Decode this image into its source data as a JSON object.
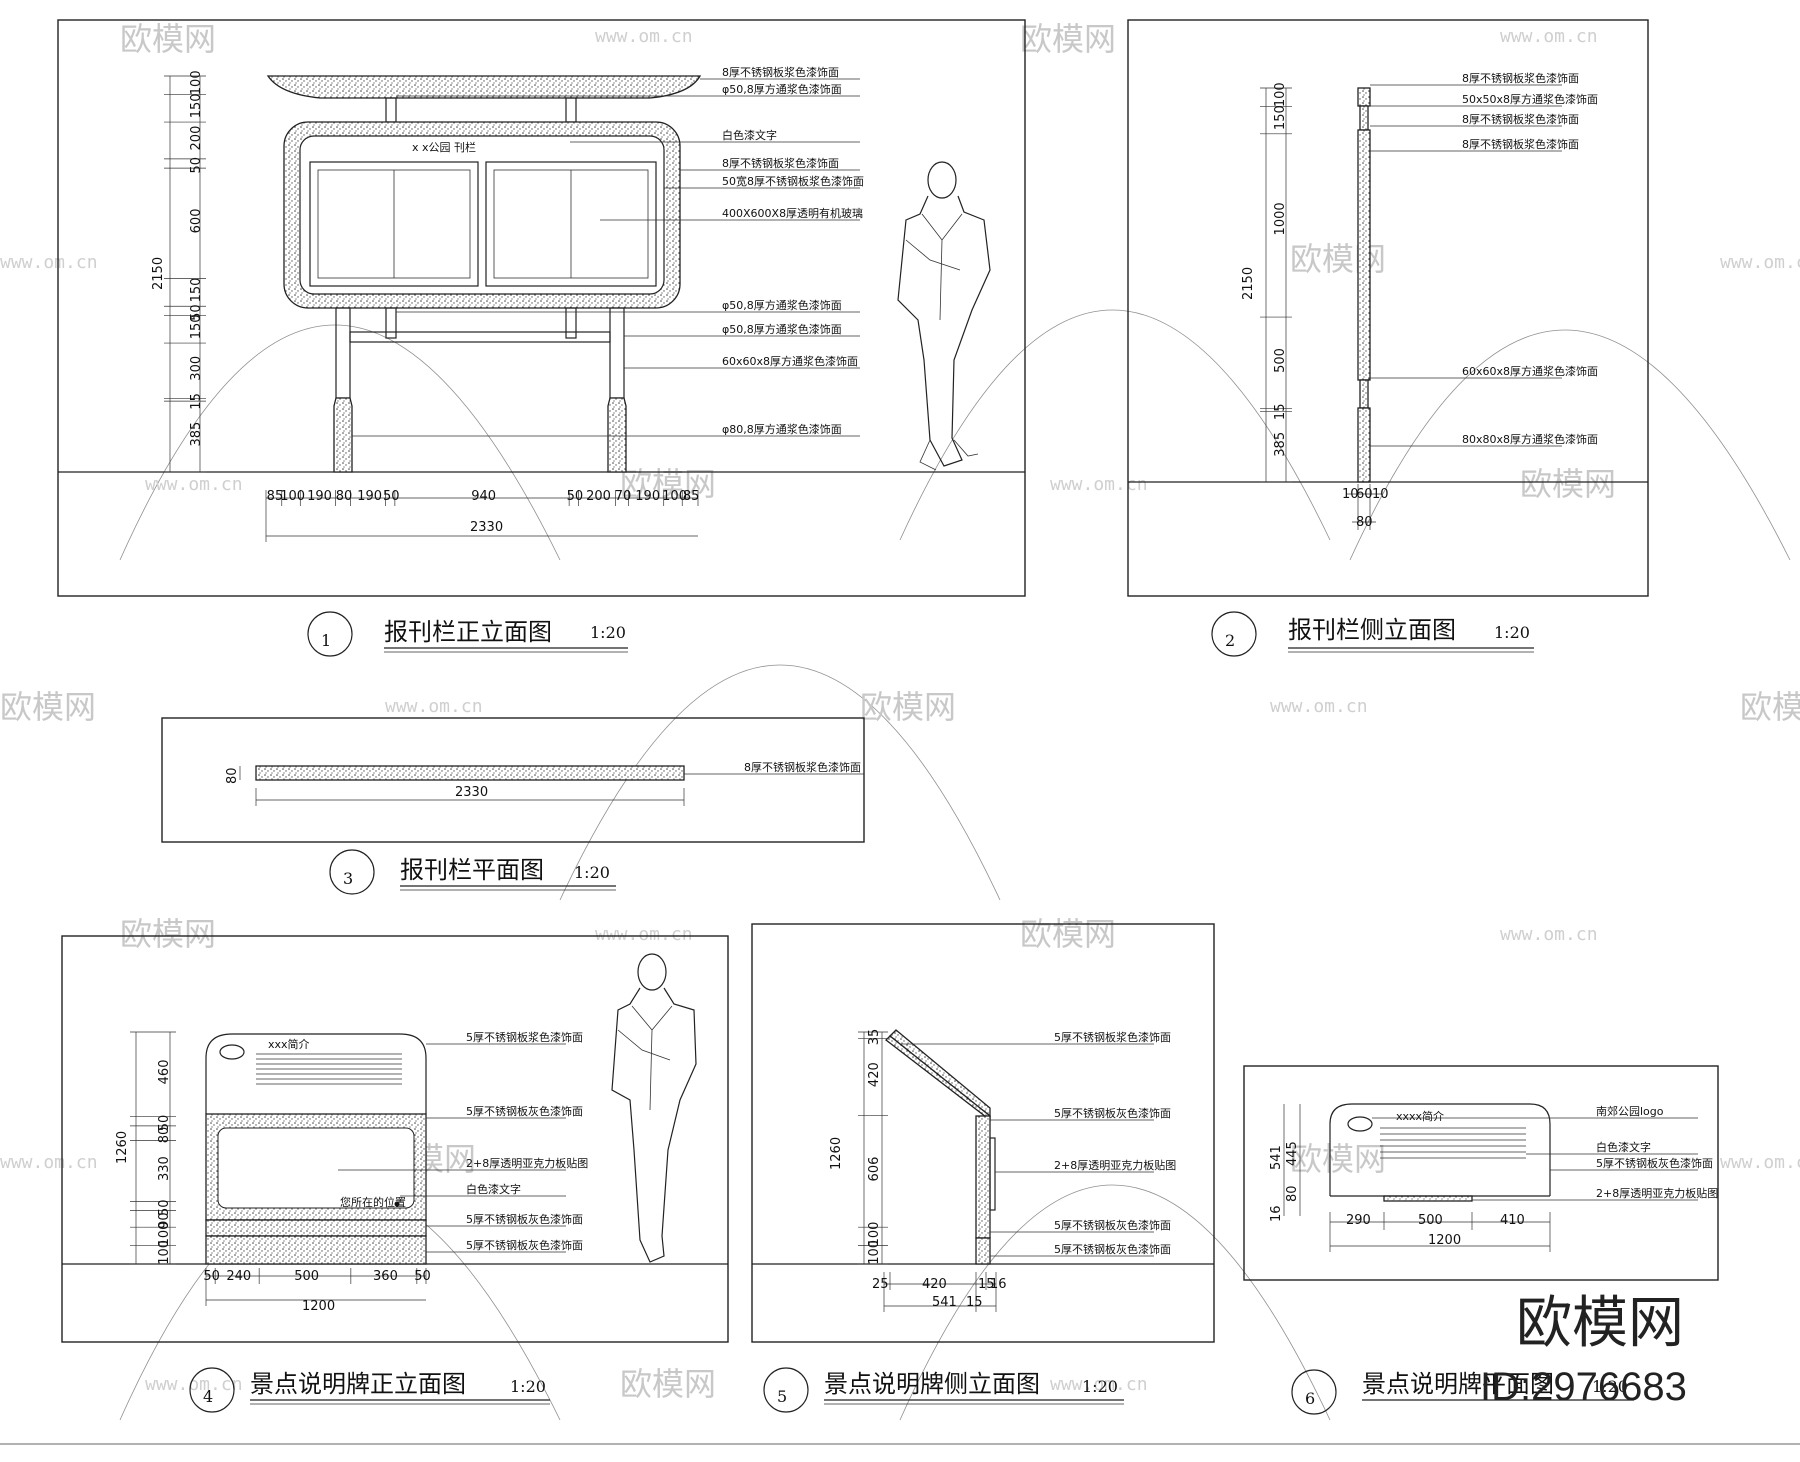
{
  "watermark": {
    "brand": "欧模网",
    "url": "www.om.cn"
  },
  "brand_mark": {
    "name": "欧模网",
    "id": "ID:2976683"
  },
  "panels": {
    "p1": {
      "number": "1",
      "title": "报刊栏正立面图",
      "scale": "1:20",
      "board_heading": "x x公园    刊栏",
      "notes": [
        "8厚不锈钢板浆色漆饰面",
        "φ50,8厚方通浆色漆饰面",
        "白色漆文字",
        "8厚不锈钢板浆色漆饰面",
        "50宽8厚不锈钢板浆色漆饰面",
        "400X600X8厚透明有机玻璃",
        "φ50,8厚方通浆色漆饰面",
        "φ50,8厚方通浆色漆饰面",
        "60x60x8厚方通浆色漆饰面",
        "φ80,8厚方通浆色漆饰面"
      ],
      "v_dims": [
        "100",
        "150",
        "200",
        "50",
        "600",
        "150",
        "50",
        "150",
        "300",
        "15",
        "385"
      ],
      "v_total": "2150",
      "h_dims": [
        "85",
        "100",
        "190",
        "80",
        "190",
        "50",
        "940",
        "50",
        "200",
        "70",
        "190",
        "100",
        "85"
      ],
      "h_total": "2330"
    },
    "p2": {
      "number": "2",
      "title": "报刊栏侧立面图",
      "scale": "1:20",
      "notes": [
        "8厚不锈钢板浆色漆饰面",
        "50x50x8厚方通浆色漆饰面",
        "8厚不锈钢板浆色漆饰面",
        "8厚不锈钢板浆色漆饰面",
        "60x60x8厚方通浆色漆饰面",
        "80x80x8厚方通浆色漆饰面"
      ],
      "v_dims": [
        "100",
        "150",
        "1000",
        "500",
        "15",
        "385"
      ],
      "v_total": "2150",
      "h_dims": [
        "10",
        "60",
        "10"
      ],
      "h_total": "80"
    },
    "p3": {
      "number": "3",
      "title": "报刊栏平面图",
      "scale": "1:20",
      "notes": [
        "8厚不锈钢板浆色漆饰面"
      ],
      "v_dim": "80",
      "h_total": "2330"
    },
    "p4": {
      "number": "4",
      "title": "景点说明牌正立面图",
      "scale": "1:20",
      "heading": "xxx简介",
      "small_text": "您所在的位置",
      "notes": [
        "5厚不锈钢板浆色漆饰面",
        "5厚不锈钢板灰色漆饰面",
        "2+8厚透明亚克力板贴图",
        "白色漆文字",
        "5厚不锈钢板灰色漆饰面",
        "5厚不锈钢板灰色漆饰面"
      ],
      "v_dims": [
        "460",
        "50",
        "80",
        "330",
        "50",
        "90",
        "100",
        "100"
      ],
      "v_total": "1260",
      "h_dims": [
        "50",
        "240",
        "500",
        "360",
        "50"
      ],
      "h_total": "1200"
    },
    "p5": {
      "number": "5",
      "title": "景点说明牌侧立面图",
      "scale": "1:20",
      "notes": [
        "5厚不锈钢板浆色漆饰面",
        "5厚不锈钢板灰色漆饰面",
        "2+8厚透明亚克力板贴图",
        "5厚不锈钢板灰色漆饰面",
        "5厚不锈钢板灰色漆饰面"
      ],
      "v_dims": [
        "35",
        "420",
        "606",
        "100",
        "100"
      ],
      "v_total": "1260",
      "h_dims": [
        "25",
        "420",
        "15",
        "16"
      ],
      "h_row2": [
        "541",
        "15"
      ]
    },
    "p6": {
      "number": "6",
      "title": "景点说明牌平面图",
      "scale": "1:20",
      "heading": "xxxx简介",
      "notes": [
        "南郊公园logo",
        "白色漆文字",
        "5厚不锈钢板灰色漆饰面",
        "2+8厚透明亚克力板贴图"
      ],
      "v_dims": [
        "541",
        "445",
        "80",
        "16"
      ],
      "h_dims": [
        "290",
        "500",
        "410"
      ],
      "h_total": "1200"
    }
  }
}
